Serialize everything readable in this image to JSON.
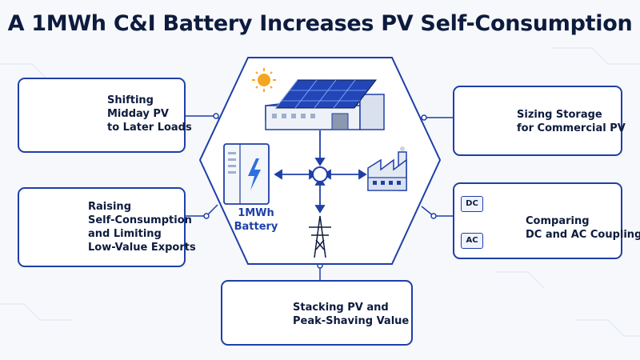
{
  "title": "A 1MWh C&I Battery Increases PV Self-Consumption",
  "center": {
    "battery_label_line1": "1MWh",
    "battery_label_line2": "Battery"
  },
  "cards": {
    "shifting": {
      "line1": "Shifting",
      "line2": "Midday PV",
      "line3": "to Later Loads"
    },
    "raising": {
      "line1": "Raising",
      "line2": "Self-Consumption",
      "line3": "and Limiting",
      "line4": "Low-Value Exports"
    },
    "sizing": {
      "line1": "Sizing Storage",
      "line2": "for Commercial PV"
    },
    "comparing": {
      "line1": "Comparing",
      "line2": "DC and AC Coupling",
      "dc_tag": "DC",
      "ac_tag": "AC"
    },
    "stacking": {
      "line1": "Stacking PV and",
      "line2": "Peak-Shaving Value"
    }
  },
  "colors": {
    "primary": "#1f3fa8",
    "accent_blue": "#2f6fe0",
    "sun": "#f5a623",
    "text": "#0d1b3e",
    "gauge": "#3b82f6"
  }
}
